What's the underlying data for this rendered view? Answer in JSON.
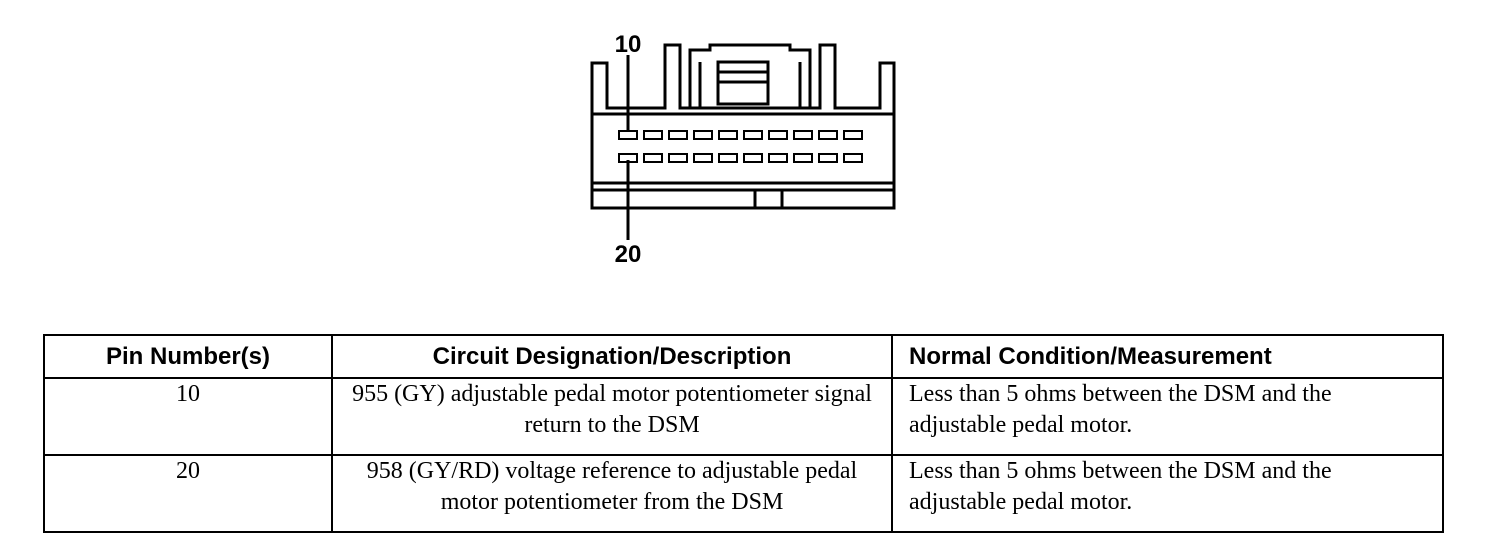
{
  "connector": {
    "callouts": {
      "top": "10",
      "bottom": "20"
    }
  },
  "table": {
    "headers": [
      "Pin Number(s)",
      "Circuit Designation/Description",
      "Normal Condition/Measurement"
    ],
    "rows": [
      {
        "pin": "10",
        "description": "955 (GY) adjustable pedal motor potentiometer signal return to the DSM",
        "condition": "Less than 5 ohms between the DSM and the adjustable pedal motor."
      },
      {
        "pin": "20",
        "description": "958 (GY/RD) voltage reference to adjustable pedal motor potentiometer from the DSM",
        "condition": "Less than 5 ohms between the DSM and the adjustable pedal motor."
      }
    ]
  }
}
